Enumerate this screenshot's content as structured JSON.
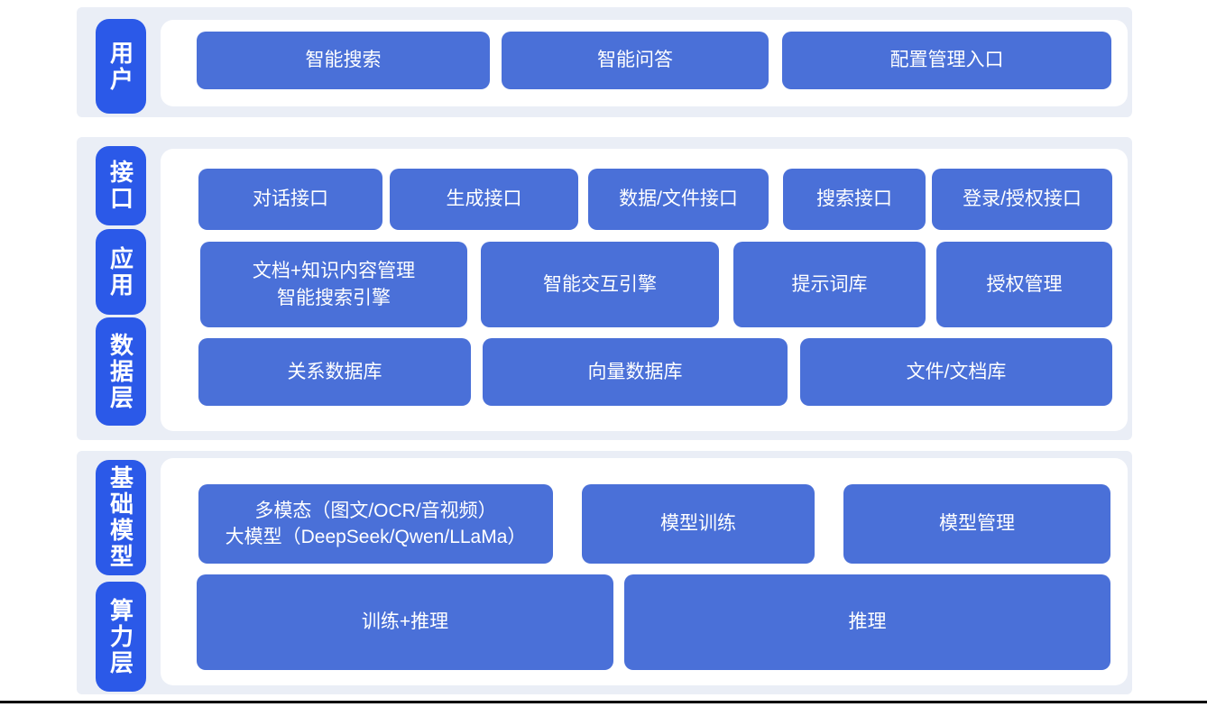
{
  "colors": {
    "label_blue": "#2b59e8",
    "block_blue": "#4a70d8",
    "band_bg": "#eaeef6"
  },
  "sections": {
    "user": {
      "label": "用户",
      "blocks": [
        "智能搜索",
        "智能问答",
        "配置管理入口"
      ]
    },
    "middle": {
      "labels": {
        "interface": "接口",
        "application": "应用",
        "data_layer": "数据层"
      },
      "row_interface": [
        "对话接口",
        "生成接口",
        "数据/文件接口",
        "搜索接口",
        "登录/授权接口"
      ],
      "row_application": {
        "block1_line1": "文档+知识内容管理",
        "block1_line2": "智能搜索引擎",
        "block2": "智能交互引擎",
        "block3": "提示词库",
        "block4": "授权管理"
      },
      "row_data": [
        "关系数据库",
        "向量数据库",
        "文件/文档库"
      ]
    },
    "bottom": {
      "labels": {
        "foundation_model": "基础模型",
        "compute_layer": "算力层"
      },
      "row_model": {
        "block1_line1": "多模态（图文/OCR/音视频）",
        "block1_line2": "大模型（DeepSeek/Qwen/LLaMa）",
        "block2": "模型训练",
        "block3": "模型管理"
      },
      "row_compute": [
        "训练+推理",
        "推理"
      ]
    }
  }
}
